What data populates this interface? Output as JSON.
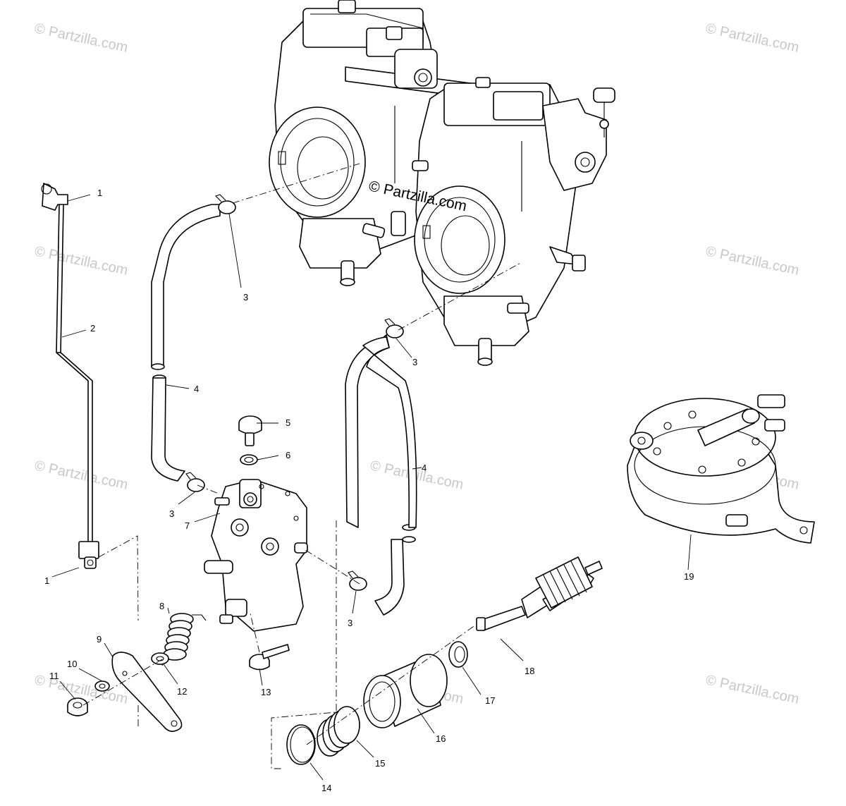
{
  "watermark_text": "© Partzilla.com",
  "callouts": [
    {
      "id": "1a",
      "label": "1"
    },
    {
      "id": "2",
      "label": "2"
    },
    {
      "id": "3a",
      "label": "3"
    },
    {
      "id": "4a",
      "label": "4"
    },
    {
      "id": "5",
      "label": "5"
    },
    {
      "id": "6",
      "label": "6"
    },
    {
      "id": "3b",
      "label": "3"
    },
    {
      "id": "3c",
      "label": "3"
    },
    {
      "id": "4b",
      "label": "4"
    },
    {
      "id": "7",
      "label": "7"
    },
    {
      "id": "1b",
      "label": "1"
    },
    {
      "id": "3d",
      "label": "3"
    },
    {
      "id": "8",
      "label": "8"
    },
    {
      "id": "9",
      "label": "9"
    },
    {
      "id": "10",
      "label": "10"
    },
    {
      "id": "11",
      "label": "11"
    },
    {
      "id": "12",
      "label": "12"
    },
    {
      "id": "13",
      "label": "13"
    },
    {
      "id": "18",
      "label": "18"
    },
    {
      "id": "17",
      "label": "17"
    },
    {
      "id": "16",
      "label": "16"
    },
    {
      "id": "15",
      "label": "15"
    },
    {
      "id": "14",
      "label": "14"
    },
    {
      "id": "19",
      "label": "19"
    }
  ]
}
